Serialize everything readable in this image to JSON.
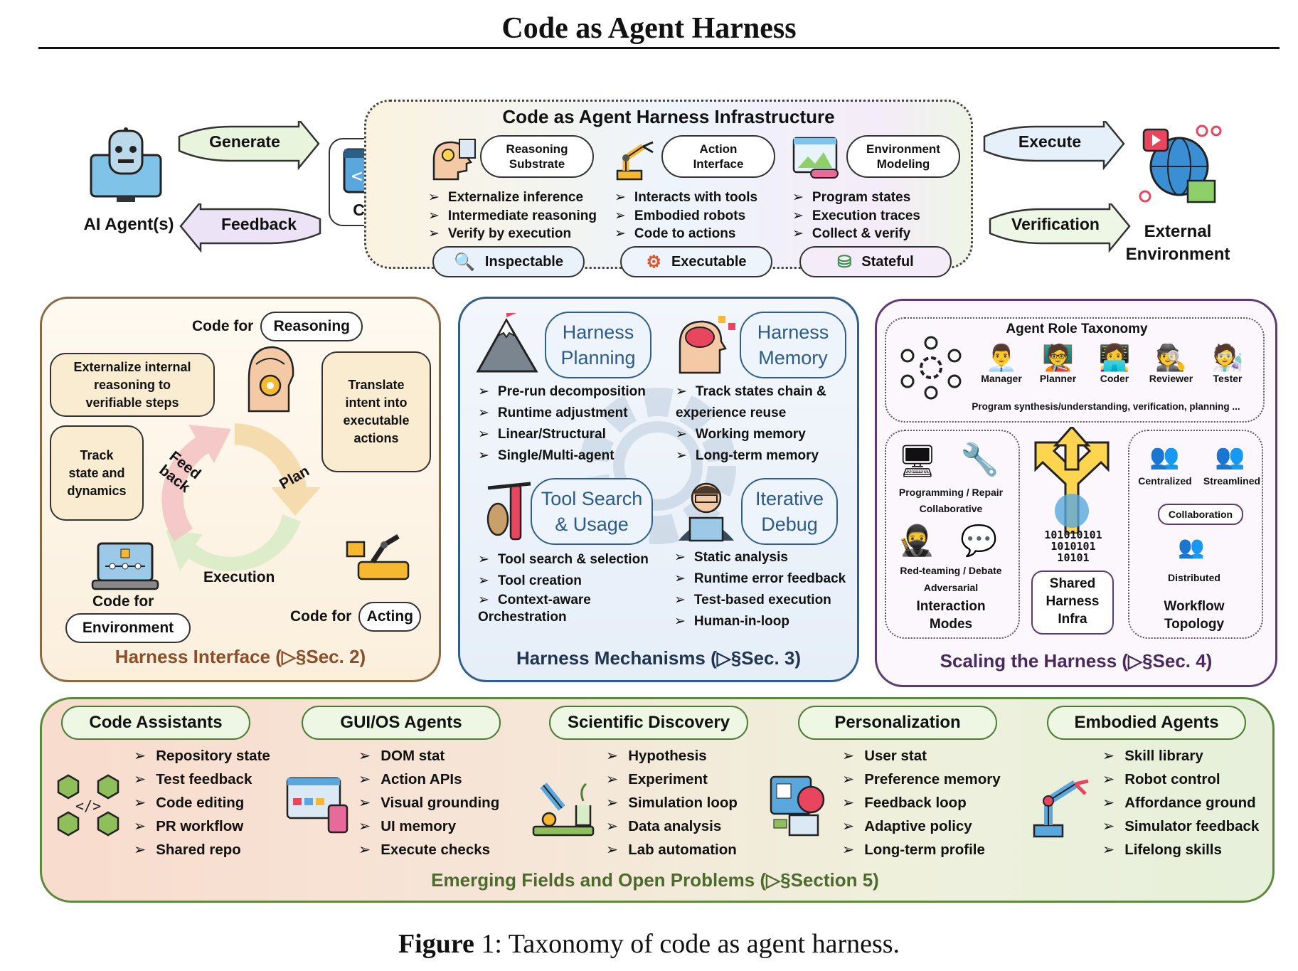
{
  "title": "Code as Agent Harness",
  "caption": {
    "label": "Figure",
    "text": " 1: Taxonomy of code as agent harness."
  },
  "top": {
    "agent_label": "AI Agent(s)",
    "generate": "Generate",
    "feedback": "Feedback",
    "code_label": "Code",
    "infra_title": "Code as Agent Harness Infrastructure",
    "columns": [
      {
        "pill": "Reasoning\nSubstrate",
        "bullets": [
          "Externalize inference",
          "Intermediate reasoning",
          "Verify by execution"
        ],
        "prop": "Inspectable"
      },
      {
        "pill": "Action\nInterface",
        "bullets": [
          "Interacts with tools",
          "Embodied robots",
          "Code to actions"
        ],
        "prop": "Executable"
      },
      {
        "pill": "Environment\nModeling",
        "bullets": [
          "Program states",
          "Execution traces",
          "Collect & verify"
        ],
        "prop": "Stateful"
      }
    ],
    "execute": "Execute",
    "verification": "Verification",
    "external_env": "External\nEnvironment"
  },
  "interface": {
    "code_for": "Code for",
    "reasoning": "Reasoning",
    "bubble_reason": "Externalize internal\nreasoning to\nverifiable steps",
    "bubble_track": "Track\nstate and\ndynamics",
    "bubble_translate": "Translate\nintent into\nexecutable\nactions",
    "feed": "Feed\nback",
    "plan": "Plan",
    "execution": "Execution",
    "code_for_env": "Code for",
    "environment": "Environment",
    "code_for_act": "Code for",
    "acting": "Acting",
    "title": "Harness Interface (▷§Sec. 2)"
  },
  "mechanisms": {
    "planning": {
      "pill": "Harness\nPlanning",
      "bullets": [
        "Pre-run decomposition",
        "Runtime adjustment",
        "Linear/Structural",
        "Single/Multi-agent"
      ]
    },
    "memory": {
      "pill": "Harness\nMemory",
      "bullets": [
        "Track states chain &\nexperience reuse",
        "Working memory",
        "Long-term memory"
      ]
    },
    "tools": {
      "pill": "Tool Search\n& Usage",
      "bullets": [
        "Tool search & selection",
        "Tool creation",
        "Context-aware\nOrchestration"
      ]
    },
    "debug": {
      "pill": "Iterative\nDebug",
      "bullets": [
        "Static analysis",
        "Runtime error feedback",
        "Test-based execution",
        "Human-in-loop"
      ]
    },
    "title": "Harness Mechanisms (▷§Sec. 3)"
  },
  "scaling": {
    "taxonomy_title": "Agent Role Taxonomy",
    "roles": [
      "Manager",
      "Planner",
      "Coder",
      "Reviewer",
      "Tester"
    ],
    "taxonomy_note": "Program synthesis/understanding, verification, planning ...",
    "prog_repair": "Programming / Repair",
    "collaborative": "Collaborative",
    "red_team": "Red-teaming / Debate",
    "adversarial": "Adversarial",
    "interaction_modes": "Interaction\nModes",
    "binary": "101010101\n1010101\n10101",
    "shared_infra": "Shared\nHarness\nInfra",
    "centralized": "Centralized",
    "streamlined": "Streamlined",
    "collaboration": "Collaboration",
    "distributed": "Distributed",
    "workflow": "Workflow\nTopology",
    "title": "Scaling the Harness (▷§Sec. 4)"
  },
  "fields": {
    "title": "Emerging Fields and Open Problems (▷§Section 5)",
    "items": [
      {
        "name": "Code Assistants",
        "bullets": [
          "Repository state",
          "Test feedback",
          "Code editing",
          "PR workflow",
          "Shared repo"
        ]
      },
      {
        "name": "GUI/OS Agents",
        "bullets": [
          "DOM stat",
          "Action APIs",
          "Visual grounding",
          "UI memory",
          "Execute checks"
        ]
      },
      {
        "name": "Scientific Discovery",
        "bullets": [
          "Hypothesis",
          "Experiment",
          "Simulation loop",
          "Data analysis",
          "Lab automation"
        ]
      },
      {
        "name": "Personalization",
        "bullets": [
          "User stat",
          "Preference memory",
          "Feedback loop",
          "Adaptive policy",
          "Long-term profile"
        ]
      },
      {
        "name": "Embodied Agents",
        "bullets": [
          "Skill library",
          "Robot control",
          "Affordance ground",
          "Simulator feedback",
          "Lifelong skills"
        ]
      }
    ]
  },
  "colors": {
    "interface": "#8a6a44",
    "mechanisms": "#2f5f8a",
    "scaling": "#5e3a72",
    "fields": "#4c6b2c"
  }
}
